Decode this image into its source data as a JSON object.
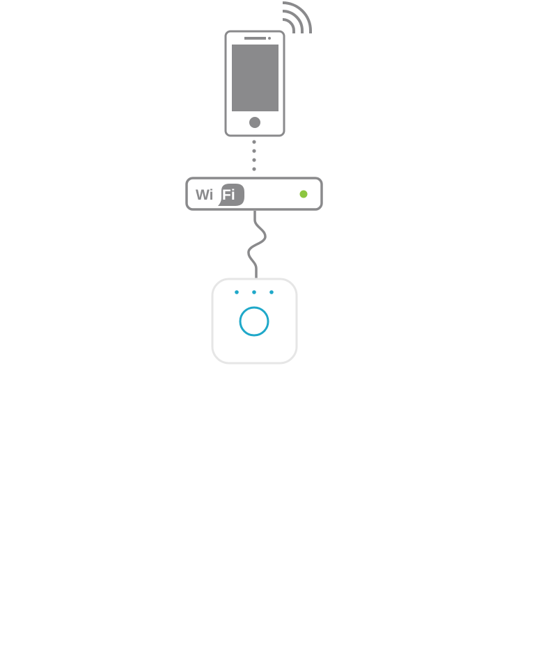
{
  "diagram": {
    "description": "Smartphone connected over Wi-Fi to a router, which is wired to a bridge hub",
    "phone": {
      "label": "smartphone",
      "signal_arcs": 3
    },
    "connection_phone_router": {
      "style": "dotted",
      "dots": 4
    },
    "router": {
      "logo_left": "Wi",
      "logo_right": "Fi",
      "status_led": "on"
    },
    "connection_router_bridge": {
      "style": "cable"
    },
    "bridge": {
      "indicator_dots": 3,
      "button": "link-button"
    },
    "colors": {
      "device_gray": "#8a8a8c",
      "bridge_outline": "#e6e6e6",
      "led_green": "#8cc63f",
      "bridge_blue": "#1fa8c9",
      "background": "#ffffff"
    }
  }
}
